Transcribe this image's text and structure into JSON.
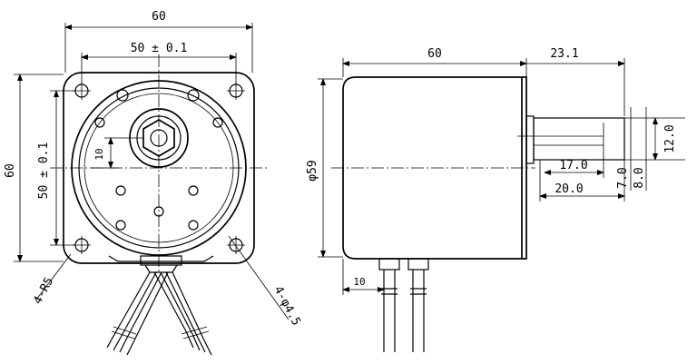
{
  "front_view": {
    "dim_width": "60",
    "dim_hole_spacing_x": "50 ± 0.1",
    "dim_height": "60",
    "dim_hole_spacing_y": "50 ± 0.1",
    "dim_hub": "10",
    "corner_radius_label": "4-R5",
    "mount_hole_label": "4-φ4.5"
  },
  "side_view": {
    "dim_body_length": "60",
    "dim_shaft_length": "23.1",
    "dim_diameter": "φ59",
    "dim_shaft_diameter": "12.0",
    "dim_flat_length": "17.0",
    "dim_shaft_flat_span": "20.0",
    "dim_flat_depth": "7.0",
    "dim_flat_depth_2": "8.0",
    "dim_lead_offset": "10"
  }
}
